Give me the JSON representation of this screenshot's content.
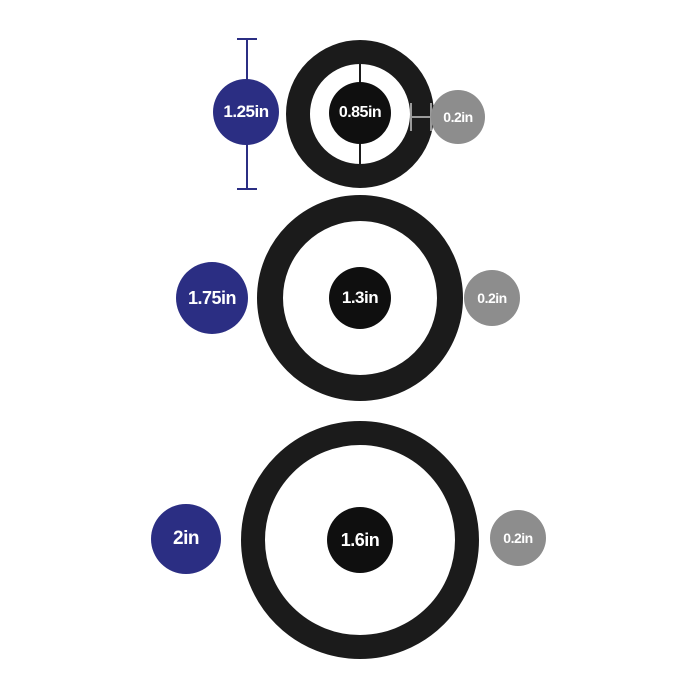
{
  "colors": {
    "ring": "#1b1b1b",
    "outer_label_bg": "#2b2e83",
    "inner_label_bg": "#0f0f0f",
    "thickness_label_bg": "#8d8d8d",
    "label_text": "#ffffff",
    "measure_line": "#2b2e83",
    "bracket_line": "#9b9b9b"
  },
  "rings": [
    {
      "id": "small",
      "outer_diameter": "1.25in",
      "inner_diameter": "0.85in",
      "thickness": "0.2in"
    },
    {
      "id": "medium",
      "outer_diameter": "1.75in",
      "inner_diameter": "1.3in",
      "thickness": "0.2in"
    },
    {
      "id": "large",
      "outer_diameter": "2in",
      "inner_diameter": "1.6in",
      "thickness": "0.2in"
    }
  ]
}
